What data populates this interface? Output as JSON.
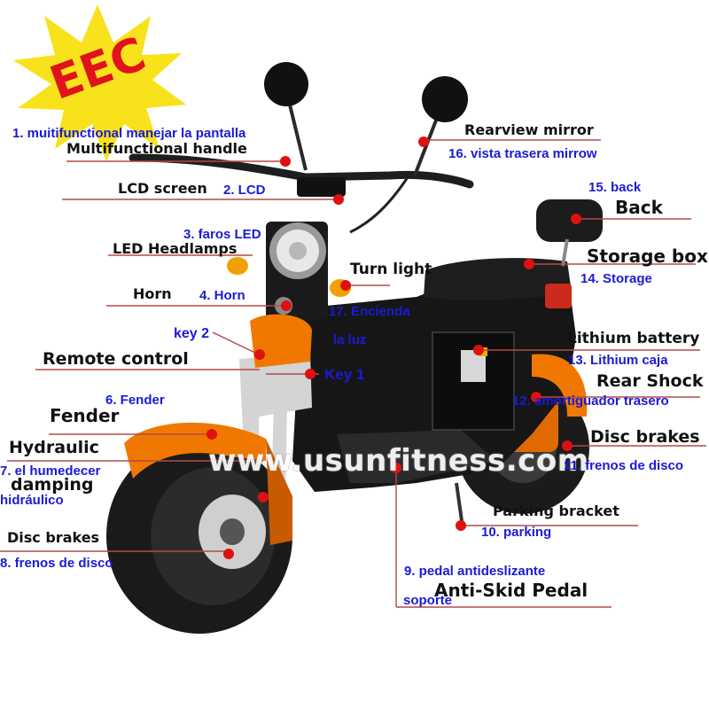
{
  "badge": {
    "text": "EEC",
    "burst_color": "#f7e21c",
    "text_color": "#e0121b"
  },
  "watermark": "www.usunfitness.com",
  "colors": {
    "english_label": "#111111",
    "spanish_label": "#1a1ad6",
    "body_orange": "#f07800",
    "leader_line": "#b44a4a"
  },
  "labels": {
    "es_1": "1. muitifunctional manejar la pantalla",
    "en_multifunctional_handle": "Multifunctional handle",
    "en_rearview_mirror": "Rearview mirror",
    "es_16": "16. vista trasera mirrow",
    "en_lcd_screen": "LCD screen",
    "es_2": "2. LCD",
    "es_15": "15. back",
    "en_back": "Back",
    "es_3": "3. faros LED",
    "en_led_headlamps": "LED Headlamps",
    "en_storage_box": "Storage box",
    "en_turn_light": "Turn light",
    "es_14": "14. Storage",
    "en_horn": "Horn",
    "es_4": "4. Horn",
    "es_17a": "17. Encienda",
    "es_17b": "la luz",
    "es_key2": "key 2",
    "en_lithium_battery": "Lithium battery",
    "en_remote_control": "Remote control",
    "es_key1": "Key 1",
    "es_13": "13. Lithium caja",
    "en_rear_shock": "Rear Shock",
    "es_6": "6. Fender",
    "es_12": "12. amortiguador trasero",
    "en_fender": "Fender",
    "en_disc_brakes_rear": "Disc brakes",
    "en_hydraulic": "Hydraulic",
    "es_7a": "7. el humedecer",
    "en_damping": "damping",
    "es_11": "11. frenos de disco",
    "es_7b": "hidráulico",
    "en_parking_bracket": "Parking bracket",
    "es_10": "10. parking",
    "en_disc_brakes_front": "Disc brakes",
    "es_8": "8. frenos de disco",
    "es_9a": "9. pedal antideslizante",
    "en_anti_skid_pedal": "Anti-Skid Pedal",
    "es_9b": "soporte"
  }
}
